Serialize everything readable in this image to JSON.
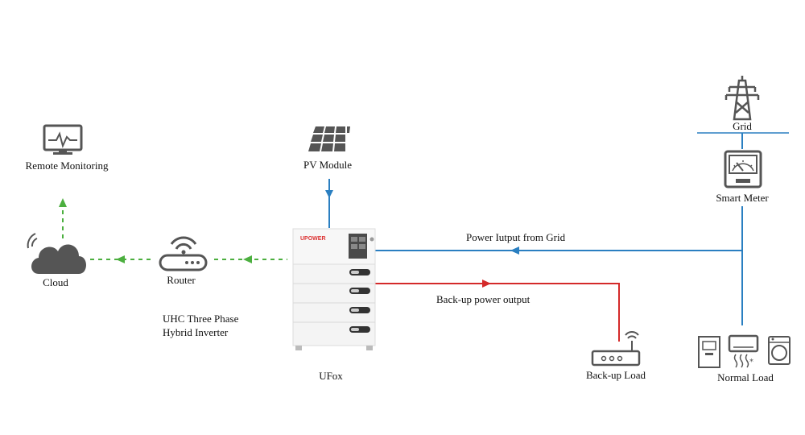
{
  "labels": {
    "remote_monitoring": "Remote Monitoring",
    "pv_module": "PV Module",
    "grid": "Grid",
    "smart_meter": "Smart Meter",
    "cloud": "Cloud",
    "router": "Router",
    "inverter_line1": "UHC Three Phase",
    "inverter_line2": "Hybrid Inverter",
    "ufox": "UFox",
    "power_from_grid": "Power Iutput from Grid",
    "backup_output": "Back-up power output",
    "backup_load": "Back-up Load",
    "normal_load": "Normal Load",
    "brand": "UPOWER"
  },
  "colors": {
    "data_link": "#4caf3f",
    "grid_power": "#2a7fc1",
    "backup_power": "#d42a2a",
    "icon": "#555555",
    "device_body": "#f1f1f1",
    "brand_accent": "#d33"
  },
  "icons": [
    "monitor-icon",
    "solar-panel-icon",
    "pylon-icon",
    "meter-icon",
    "cloud-icon",
    "wifi-router-icon",
    "backup-load-icon",
    "water-heater-icon",
    "air-conditioner-icon",
    "washing-machine-icon"
  ]
}
